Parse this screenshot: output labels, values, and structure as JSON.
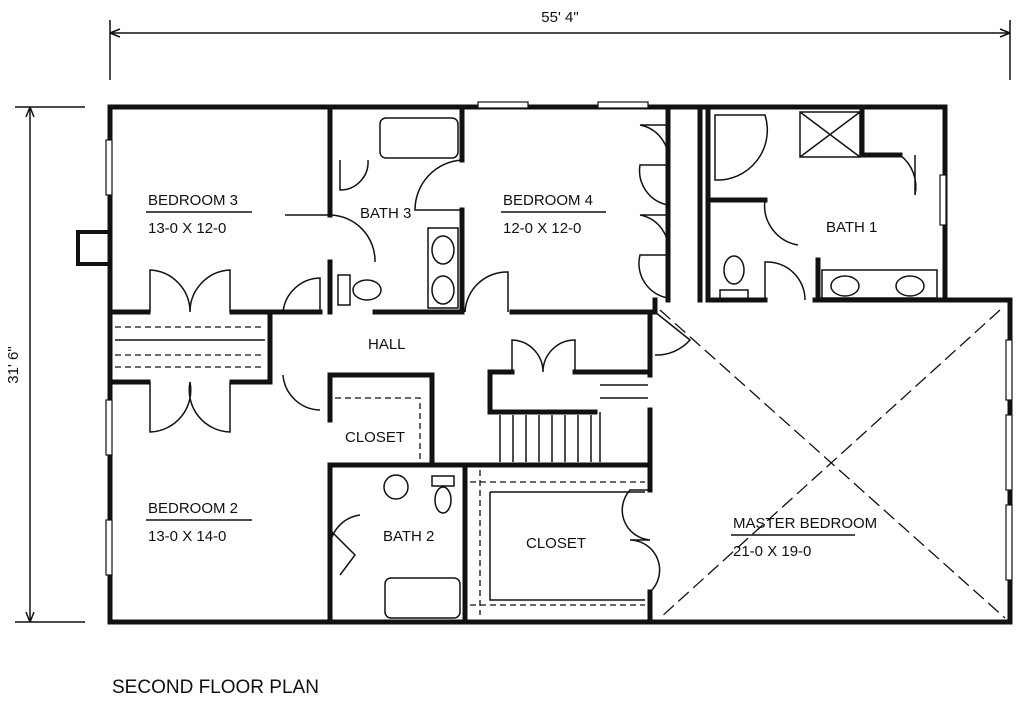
{
  "plan_title": "SECOND FLOOR PLAN",
  "dimensions": {
    "width": "55' 4\"",
    "depth": "31' 6\""
  },
  "rooms": {
    "bedroom3": {
      "name": "BEDROOM 3",
      "size": "13-0 X 12-0"
    },
    "bedroom4": {
      "name": "BEDROOM 4",
      "size": "12-0 X 12-0"
    },
    "bedroom2": {
      "name": "BEDROOM 2",
      "size": "13-0 X 14-0"
    },
    "master": {
      "name": "MASTER BEDROOM",
      "size": "21-0 X 19-0"
    },
    "bath1": {
      "name": "BATH 1"
    },
    "bath2": {
      "name": "BATH 2"
    },
    "bath3": {
      "name": "BATH 3"
    },
    "hall": {
      "name": "HALL"
    },
    "closet_small": {
      "name": "CLOSET"
    },
    "closet_walkin": {
      "name": "CLOSET"
    }
  }
}
